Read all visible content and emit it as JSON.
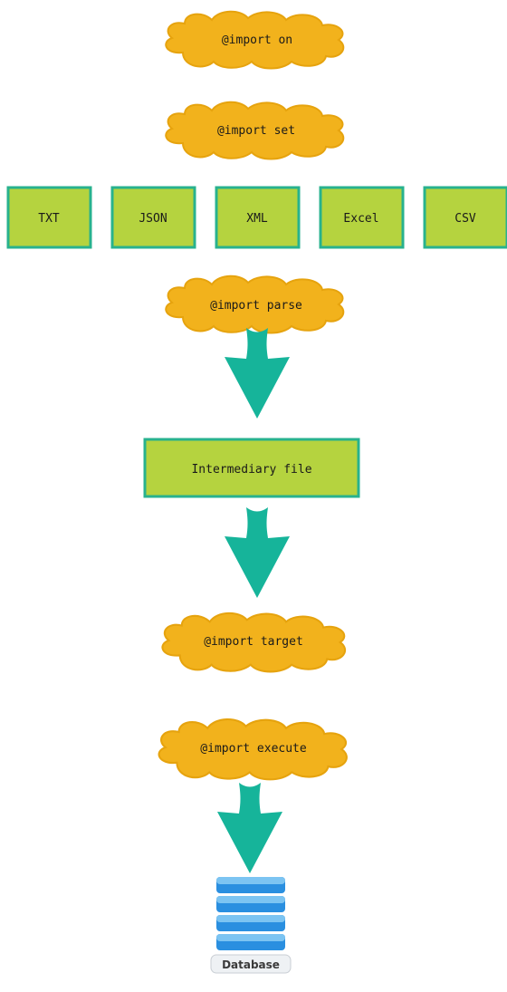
{
  "clouds": {
    "import_on": "@import on",
    "import_set": "@import set",
    "import_parse": "@import parse",
    "import_target": "@import target",
    "import_execute": "@import execute"
  },
  "formats": [
    "TXT",
    "JSON",
    "XML",
    "Excel",
    "CSV"
  ],
  "intermediary": "Intermediary file",
  "database_label": "Database",
  "colors": {
    "cloud_fill": "#f2b21c",
    "cloud_stroke": "#e6a30e",
    "box_fill": "#b5d33f",
    "box_stroke": "#28b28e",
    "arrow": "#16b49a",
    "db_top": "#7cc4f2",
    "db_body": "#2a8fe0"
  }
}
